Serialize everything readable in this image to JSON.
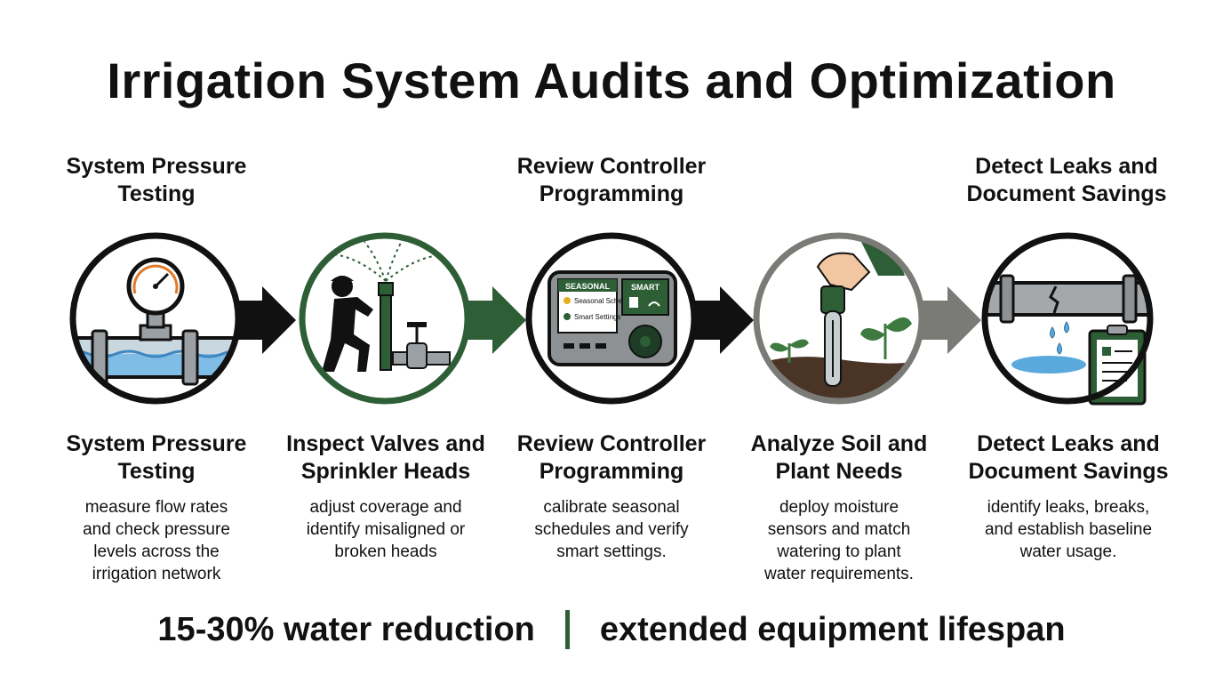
{
  "title": "Irrigation System Audits and Optimization",
  "top_headings": [
    "System Pressure\nTesting",
    "Review Controller\nProgramming",
    "Detect Leaks and\nDocument Savings"
  ],
  "steps": [
    {
      "heading": "System Pressure\nTesting",
      "description": "measure flow rates\nand check pressure\nlevels across the\nirrigation network",
      "icon": "pressure-gauge-pipe-icon"
    },
    {
      "heading": "Inspect Valves and\nSprinkler Heads",
      "description": "adjust coverage and\nidentify misaligned or\nbroken heads",
      "icon": "technician-sprinkler-valve-icon"
    },
    {
      "heading": "Review Controller\nProgramming",
      "description": "calibrate seasonal\nschedules and verify\nsmart settings.",
      "icon": "irrigation-controller-icon",
      "controller_labels": {
        "left_tab": "SEASONAL",
        "right_tab": "SMART",
        "line1": "Seasonal Schedules",
        "line2": "Smart Settings"
      }
    },
    {
      "heading": "Analyze Soil and\nPlant Needs",
      "description": "deploy moisture\nsensors and match\nwatering to plant\nwater requirements.",
      "icon": "soil-moisture-sensor-icon"
    },
    {
      "heading": "Detect Leaks and\nDocument Savings",
      "description": "identify leaks, breaks,\nand establish baseline\nwater usage.",
      "icon": "leaking-pipe-clipboard-icon"
    }
  ],
  "footer": {
    "left": "15-30% water reduction",
    "right": "extended equipment lifespan"
  },
  "colors": {
    "dark_green": "#2e5e36",
    "black": "#111111",
    "gray": "#7a7a76",
    "water_blue": "#5aa9dd"
  }
}
